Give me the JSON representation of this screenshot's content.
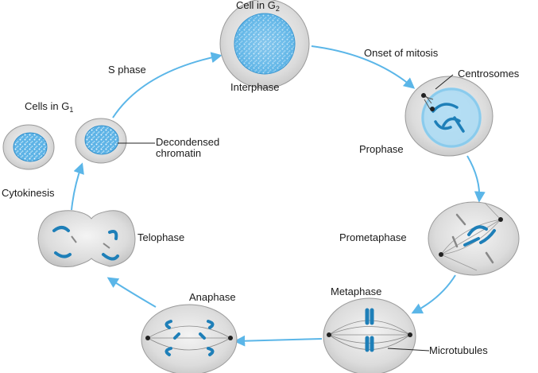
{
  "labels": {
    "cell_g2": "Cell in G",
    "cell_g2_sub": "2",
    "interphase": "Interphase",
    "onset": "Onset of mitosis",
    "centrosomes": "Centrosomes",
    "prophase": "Prophase",
    "prometaphase": "Prometaphase",
    "metaphase": "Metaphase",
    "microtubules": "Microtubules",
    "anaphase": "Anaphase",
    "telophase": "Telophase",
    "cytokinesis": "Cytokinesis",
    "cells_g1": "Cells in G",
    "cells_g1_sub": "1",
    "decondensed_1": "Decondensed",
    "decondensed_2": "chromatin",
    "s_phase": "S phase"
  },
  "colors": {
    "arrow": "#5bb6e8",
    "cell_fill": "#dcdcdc",
    "cell_stroke": "#8a8a8a",
    "nucleus": "#5ab1e4",
    "chromosome": "#1e7fb8"
  }
}
